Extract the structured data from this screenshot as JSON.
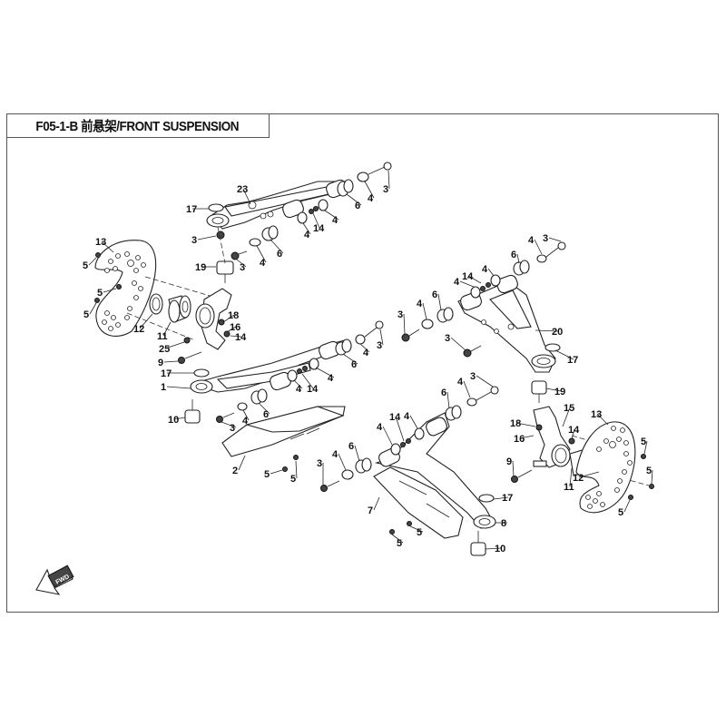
{
  "header": {
    "title": "F05-1-B 前悬架/FRONT SUSPENSION"
  },
  "fwd_indicator": {
    "label": "FWD",
    "icon": "forward-direction-arrow-icon"
  },
  "callouts": [
    {
      "id": "upper-left-arm",
      "number": "23"
    },
    {
      "id": "upper-left-ring",
      "number": "17"
    },
    {
      "id": "upper-left-nut",
      "number": "3"
    },
    {
      "id": "upper-left-ball-joint",
      "number": "19"
    },
    {
      "id": "ul-bolt-a",
      "number": "3"
    },
    {
      "id": "ul-washer-a",
      "number": "4"
    },
    {
      "id": "ul-bush-a",
      "number": "6"
    },
    {
      "id": "ul-washer-b",
      "number": "4"
    },
    {
      "id": "ul-seal",
      "number": "14"
    },
    {
      "id": "ul-washer-c",
      "number": "4"
    },
    {
      "id": "ul-bush-b",
      "number": "6"
    },
    {
      "id": "ul-washer-d",
      "number": "4"
    },
    {
      "id": "ul-bolt-b",
      "number": "3"
    },
    {
      "id": "left-disc",
      "number": "13"
    },
    {
      "id": "left-disc-bolt-a",
      "number": "5"
    },
    {
      "id": "left-disc-bolt-b",
      "number": "5"
    },
    {
      "id": "left-disc-bolt-c",
      "number": "5"
    },
    {
      "id": "left-snap-ring",
      "number": "12"
    },
    {
      "id": "left-bearing",
      "number": "11"
    },
    {
      "id": "left-knuckle-nut",
      "number": "18"
    },
    {
      "id": "left-cotter-pin",
      "number": "16"
    },
    {
      "id": "left-knuckle-locknut",
      "number": "14"
    },
    {
      "id": "left-knuckle-bolt-25",
      "number": "25"
    },
    {
      "id": "left-knuckle-bolt",
      "number": "9"
    },
    {
      "id": "lower-left-ring",
      "number": "17"
    },
    {
      "id": "lower-left-arm",
      "number": "1"
    },
    {
      "id": "lower-left-ball-joint",
      "number": "10"
    },
    {
      "id": "ll-bolt-a",
      "number": "3"
    },
    {
      "id": "ll-washer-a",
      "number": "4"
    },
    {
      "id": "ll-bush-a",
      "number": "6"
    },
    {
      "id": "ll-washer-b",
      "number": "4"
    },
    {
      "id": "ll-seal",
      "number": "14"
    },
    {
      "id": "ll-washer-c",
      "number": "4"
    },
    {
      "id": "ll-bush-b",
      "number": "6"
    },
    {
      "id": "ll-washer-d",
      "number": "4"
    },
    {
      "id": "ll-bolt-b",
      "number": "3"
    },
    {
      "id": "left-guard",
      "number": "2"
    },
    {
      "id": "left-guard-bolt-a",
      "number": "5"
    },
    {
      "id": "left-guard-bolt-b",
      "number": "5"
    },
    {
      "id": "upper-right-arm",
      "number": "20"
    },
    {
      "id": "ur-bolt-a",
      "number": "3"
    },
    {
      "id": "ur-washer-a",
      "number": "4"
    },
    {
      "id": "ur-bush-a",
      "number": "6"
    },
    {
      "id": "ur-washer-b",
      "number": "4"
    },
    {
      "id": "ur-seal",
      "number": "14"
    },
    {
      "id": "ur-washer-c",
      "number": "4"
    },
    {
      "id": "ur-bush-b",
      "number": "6"
    },
    {
      "id": "ur-washer-d",
      "number": "4"
    },
    {
      "id": "ur-bolt-b",
      "number": "3"
    },
    {
      "id": "ur-bolt-c",
      "number": "3"
    },
    {
      "id": "upper-right-ring",
      "number": "17"
    },
    {
      "id": "upper-right-ball-joint",
      "number": "19"
    },
    {
      "id": "right-knuckle",
      "number": "15"
    },
    {
      "id": "right-knuckle-nut",
      "number": "18"
    },
    {
      "id": "right-cotter-pin",
      "number": "16"
    },
    {
      "id": "right-knuckle-locknut",
      "number": "14"
    },
    {
      "id": "right-knuckle-bolt",
      "number": "9"
    },
    {
      "id": "right-bearing",
      "number": "11"
    },
    {
      "id": "right-snap-ring",
      "number": "12"
    },
    {
      "id": "right-disc",
      "number": "13"
    },
    {
      "id": "right-disc-bolt-a",
      "number": "5"
    },
    {
      "id": "right-disc-bolt-b",
      "number": "5"
    },
    {
      "id": "right-disc-bolt-c",
      "number": "5"
    },
    {
      "id": "lr-bolt-a",
      "number": "3"
    },
    {
      "id": "lr-washer-a",
      "number": "4"
    },
    {
      "id": "lr-bush-a",
      "number": "6"
    },
    {
      "id": "lr-washer-b",
      "number": "4"
    },
    {
      "id": "lr-seal",
      "number": "14"
    },
    {
      "id": "lr-washer-c",
      "number": "4"
    },
    {
      "id": "lr-bush-b",
      "number": "6"
    },
    {
      "id": "lr-washer-d",
      "number": "4"
    },
    {
      "id": "lr-bolt-b",
      "number": "3"
    },
    {
      "id": "right-guard",
      "number": "7"
    },
    {
      "id": "lower-right-arm",
      "number": "8"
    },
    {
      "id": "lower-right-ring",
      "number": "17"
    },
    {
      "id": "lower-right-ball-joint",
      "number": "10"
    },
    {
      "id": "right-guard-bolt-a",
      "number": "5"
    },
    {
      "id": "right-guard-bolt-b",
      "number": "5"
    }
  ]
}
